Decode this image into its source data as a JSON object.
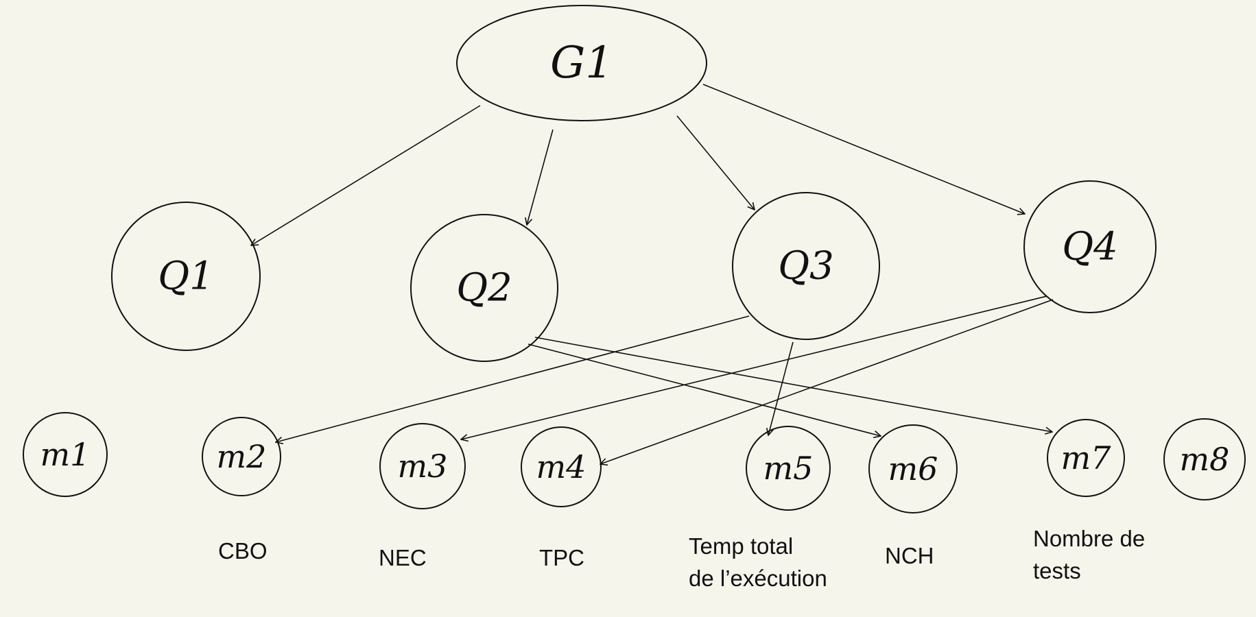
{
  "goal": {
    "id": "G1",
    "label": "G1"
  },
  "questions": [
    {
      "id": "Q1",
      "label": "Q1"
    },
    {
      "id": "Q2",
      "label": "Q2"
    },
    {
      "id": "Q3",
      "label": "Q3"
    },
    {
      "id": "Q4",
      "label": "Q4"
    }
  ],
  "metrics": [
    {
      "id": "m1",
      "label": "m1",
      "caption": ""
    },
    {
      "id": "m2",
      "label": "m2",
      "caption": "CBO"
    },
    {
      "id": "m3",
      "label": "m3",
      "caption": "NEC"
    },
    {
      "id": "m4",
      "label": "m4",
      "caption": "TPC"
    },
    {
      "id": "m5",
      "label": "m5",
      "caption": "Temp total de l’exécution"
    },
    {
      "id": "m6",
      "label": "m6",
      "caption": "NCH"
    },
    {
      "id": "m7",
      "label": "m7",
      "caption": "Nombre de tests"
    },
    {
      "id": "m8",
      "label": "m8",
      "caption": ""
    }
  ],
  "edges": [
    {
      "from": "G1",
      "to": "Q1"
    },
    {
      "from": "G1",
      "to": "Q2"
    },
    {
      "from": "G1",
      "to": "Q3"
    },
    {
      "from": "G1",
      "to": "Q4"
    },
    {
      "from": "Q2",
      "to": "m6"
    },
    {
      "from": "Q2",
      "to": "m7"
    },
    {
      "from": "Q3",
      "to": "m2"
    },
    {
      "from": "Q3",
      "to": "m5"
    },
    {
      "from": "Q4",
      "to": "m3"
    },
    {
      "from": "Q4",
      "to": "m4"
    }
  ],
  "captions": {
    "cbo": "CBO",
    "nec": "NEC",
    "tpc": "TPC",
    "m5_line1": "Temp total",
    "m5_line2": "de l’exécution",
    "nch": "NCH",
    "m7_line1": "Nombre de",
    "m7_line2": "tests"
  }
}
